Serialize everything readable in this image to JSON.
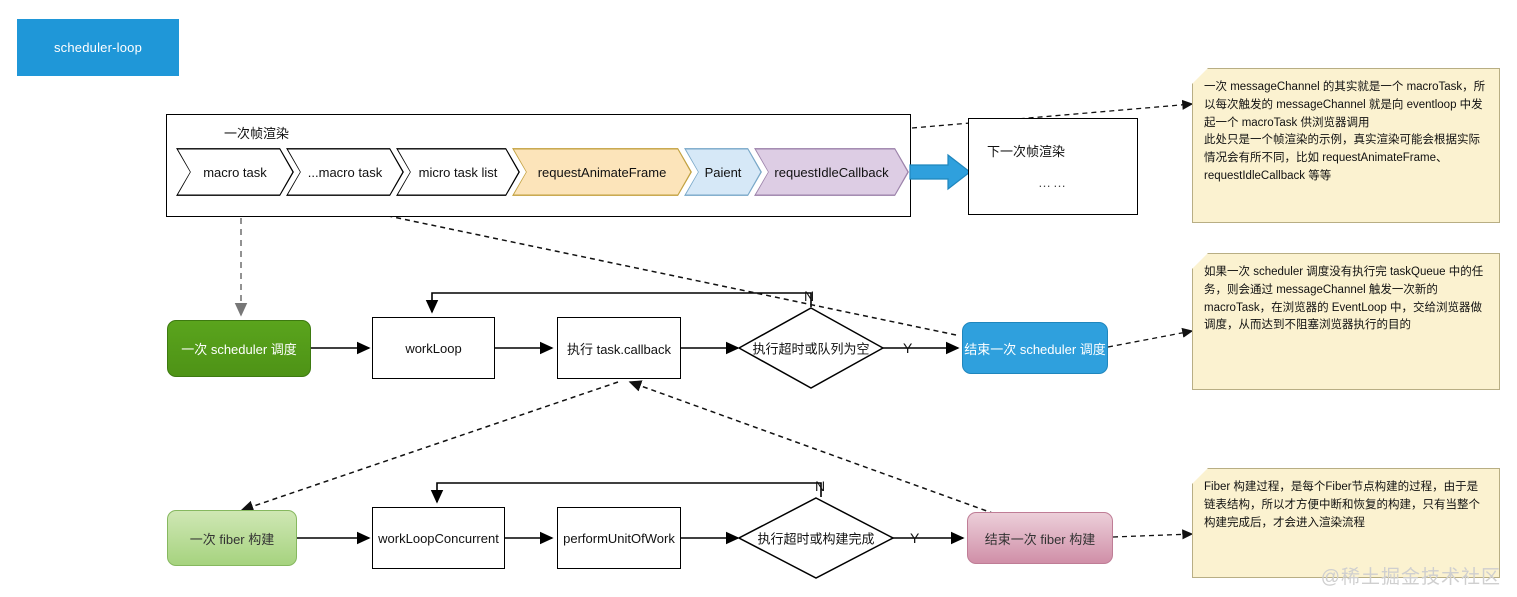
{
  "title_chip": {
    "label": "scheduler-loop",
    "color": "#1f97d8"
  },
  "frame": {
    "title": "一次帧渲染",
    "steps": [
      {
        "label": "macro task",
        "fill": "#ffffff",
        "stroke": "#000000",
        "width": 118
      },
      {
        "label": "...macro task",
        "fill": "#ffffff",
        "stroke": "#000000",
        "width": 118
      },
      {
        "label": "micro task list",
        "fill": "#ffffff",
        "stroke": "#000000",
        "width": 124
      },
      {
        "label": "requestAnimateFrame",
        "fill": "#fce4ba",
        "stroke": "#c2a243",
        "width": 180
      },
      {
        "label": "Paient",
        "fill": "#d6e8f7",
        "stroke": "#7aa8c8",
        "width": 78
      },
      {
        "label": "requestIdleCallback",
        "fill": "#ddcde4",
        "stroke": "#9d84ab",
        "width": 155
      }
    ],
    "next": {
      "title": "下一次帧渲染",
      "dots": "……"
    },
    "advance_arrow_color": "#1f97d8"
  },
  "scheduler_row": {
    "start": {
      "label": "一次 scheduler 调度",
      "fill": "#4e9316"
    },
    "steps": [
      "workLoop",
      "执行 task.callback"
    ],
    "decision": {
      "label": "执行超时或队列为空",
      "yes": "Y",
      "no": "N"
    },
    "end": {
      "label": "结束一次 scheduler  调度",
      "fill": "#2fa0dd"
    }
  },
  "fiber_row": {
    "start": {
      "label": "一次 fiber 构建",
      "fill": "#a6d37f"
    },
    "steps": [
      "workLoopConcurrent",
      "performUnitOfWork"
    ],
    "decision": {
      "label": "执行超时或构建完成",
      "yes": "Y",
      "no": "N"
    },
    "end": {
      "label": "结束一次 fiber 构建",
      "fill": "#d08fa8"
    }
  },
  "notes": [
    {
      "id": "note-message-channel",
      "text": "一次 messageChannel 的其实就是一个 macroTask，所以每次触发的 messageChannel 就是向 eventloop 中发起一个 macroTask 供浏览器调用\n此处只是一个帧渲染的示例，真实渲染可能会根据实际情况会有所不同，比如 requestAnimateFrame、requestIdleCallback 等等"
    },
    {
      "id": "note-scheduler",
      "text": "如果一次 scheduler 调度没有执行完 taskQueue 中的任务，则会通过 messageChannel 触发一次新的 macroTask，在浏览器的 EventLoop 中，交给浏览器做调度，从而达到不阻塞浏览器执行的目的"
    },
    {
      "id": "note-fiber",
      "text": "Fiber 构建过程，是每个Fiber节点构建的过程，由于是链表结构，所以才方便中断和恢复的构建，只有当整个构建完成后，才会进入渲染流程"
    }
  ],
  "watermark": "@稀土掘金技术社区"
}
